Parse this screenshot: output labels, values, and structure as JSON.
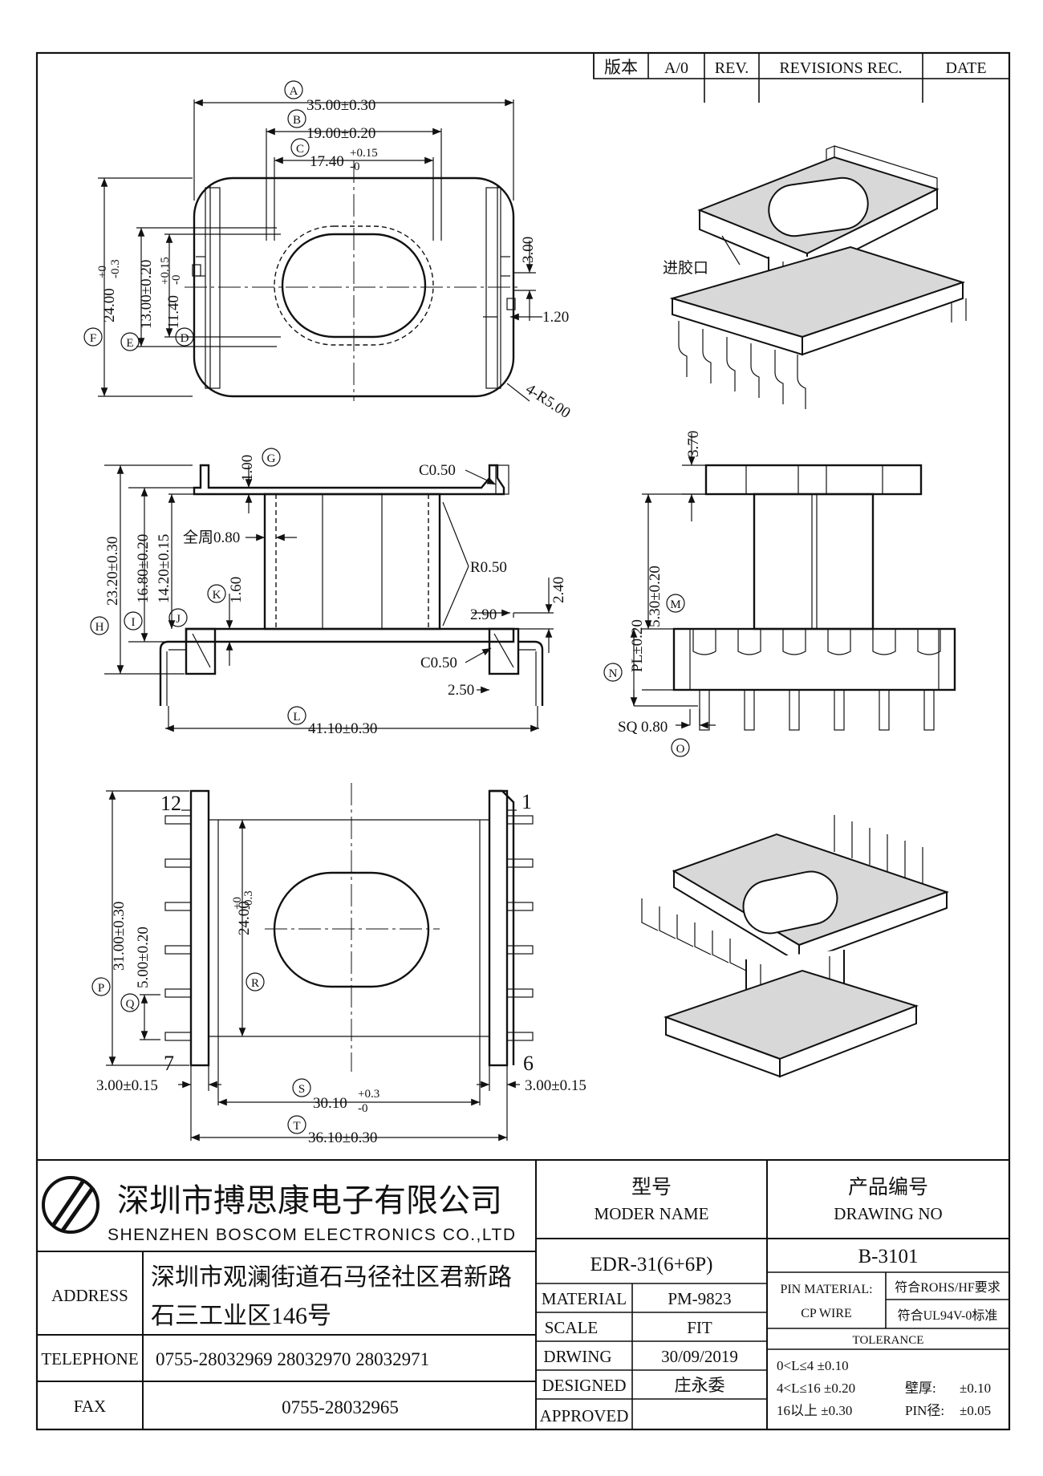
{
  "revision_table": {
    "version_label": "版本",
    "version_value": "A/0",
    "rev_label": "REV.",
    "revisions_label": "REVISIONS REC.",
    "date_label": "DATE"
  },
  "dimensions": {
    "A": {
      "letter": "A",
      "value": "35.00±0.30"
    },
    "B": {
      "letter": "B",
      "value": "19.00±0.20"
    },
    "C": {
      "letter": "C",
      "value": "17.40",
      "tol_upper": "+0.15",
      "tol_lower": "-0"
    },
    "D": {
      "letter": "D",
      "value": "11.40",
      "tol_upper": "+0.15",
      "tol_lower": "-0"
    },
    "E": {
      "letter": "E",
      "value": "13.00±0.20"
    },
    "F": {
      "letter": "F",
      "value": "24.00",
      "tol_upper": "+0",
      "tol_lower": "-0.3"
    },
    "G": {
      "letter": "G",
      "value": "1.00"
    },
    "H": {
      "letter": "H",
      "value": "23.20±0.30"
    },
    "I": {
      "letter": "I",
      "value": "16.80±0.20"
    },
    "J": {
      "letter": "J",
      "value": "14.20±0.15"
    },
    "K": {
      "letter": "K",
      "value": "1.60"
    },
    "L": {
      "letter": "L",
      "value": "41.10±0.30"
    },
    "M": {
      "letter": "M",
      "value": "5.30±0.20"
    },
    "N": {
      "letter": "N",
      "value": "PL±0.20"
    },
    "O": {
      "letter": "O",
      "value": "SQ 0.80"
    },
    "P": {
      "letter": "P",
      "value": "31.00±0.30"
    },
    "Q": {
      "letter": "Q",
      "value": "5.00±0.20"
    },
    "R": {
      "letter": "R",
      "value": "24.00",
      "tol_upper": "+0",
      "tol_lower": "-0.3"
    },
    "S": {
      "letter": "S",
      "value": "30.10",
      "tol_upper": "+0.3",
      "tol_lower": "-0"
    },
    "T": {
      "letter": "T",
      "value": "36.10±0.30"
    }
  },
  "notes": {
    "top_3_00": "3.00",
    "top_1_20": "1.20",
    "radius": "4-R5.00",
    "chamfer_top": "C0.50",
    "chamfer_bottom": "C0.50",
    "all_round": "全周0.80",
    "fillet": "R0.50",
    "dim_2_90": "2.90",
    "dim_2_40": "2.40",
    "dim_2_50": "2.50",
    "dim_3_70": "3.70",
    "gate": "进胶口",
    "pitch_left": "3.00±0.15",
    "pitch_right": "3.00±0.15"
  },
  "pin_numbers": {
    "p12": "12",
    "p1": "1",
    "p7": "7",
    "p6": "6"
  },
  "title_block": {
    "company_cn": "深圳市搏思康电子有限公司",
    "company_en": "SHENZHEN BOSCOM ELECTRONICS CO.,LTD",
    "model_cn": "型号",
    "model_en": "MODER NAME",
    "drawing_no_cn": "产品编号",
    "drawing_no_en": "DRAWING NO",
    "model_value": "EDR-31(6+6P)",
    "drawing_no_value": "B-3101",
    "address_label": "ADDRESS",
    "address_line1": "深圳市观澜街道石马径社区君新路",
    "address_line2": "石三工业区146号",
    "telephone_label": "TELEPHONE",
    "telephone_value": "0755-28032969 28032970 28032971",
    "fax_label": "FAX",
    "fax_value": "0755-28032965",
    "material_label": "MATERIAL",
    "material_value": "PM-9823",
    "scale_label": "SCALE",
    "scale_value": "FIT",
    "drawing_label": "DRWING",
    "drawing_value": "30/09/2019",
    "designed_label": "DESIGNED",
    "designed_value": "庄永委",
    "approved_label": "APPROVED",
    "approved_value": "",
    "pin_material_label": "PIN MATERIAL:",
    "pin_material_value": "CP WIRE",
    "rohs": "符合ROHS/HF要求",
    "ul": "符合UL94V-0标准",
    "tolerance_label": "TOLERANCE",
    "tol_row1": "0<L≤4 ±0.10",
    "tol_row2": "4<L≤16 ±0.20",
    "tol_row3": "16以上 ±0.30",
    "wall_label": "壁厚:",
    "wall_value": "±0.10",
    "pin_dia_label": "PIN径:",
    "pin_dia_value": "±0.05"
  }
}
